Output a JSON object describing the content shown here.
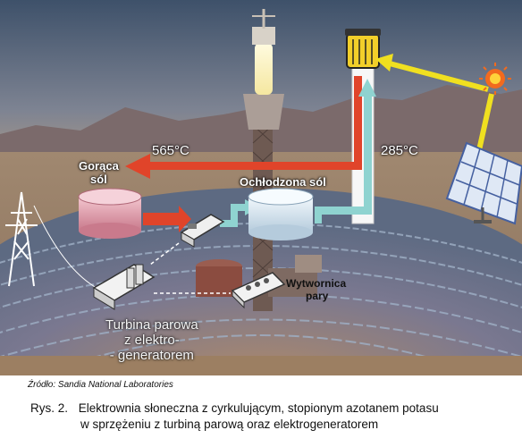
{
  "figure": {
    "labels": {
      "hot_temp": "565°C",
      "cold_temp": "285°C",
      "hot_salt": [
        "Gorąca",
        "sól"
      ],
      "cooled_salt": "Ochłodzona sól",
      "steam_gen": [
        "Wytwornica",
        "pary"
      ],
      "turbine": [
        "Turbina parowa",
        "z elektro-",
        "- generatorem"
      ]
    },
    "colors": {
      "hot_flow": "#e0442a",
      "cold_flow": "#8fd3d0",
      "sun_ray": "#f0e020",
      "hot_tank": "#e3a0b0",
      "cold_tank": "#dcecf6"
    },
    "icons": [
      "power-pylon-icon",
      "sun-icon",
      "solar-panel-icon",
      "receiver-tower-icon"
    ]
  },
  "source": "Źródło:  Sandia National Laboratories",
  "caption": {
    "prefix": "Rys. 2.",
    "line1": "Elektrownia słoneczna z cyrkulującym, stopionym azotanem potasu",
    "line2": "w sprzężeniu z turbiną parową oraz elektrogeneratorem"
  }
}
